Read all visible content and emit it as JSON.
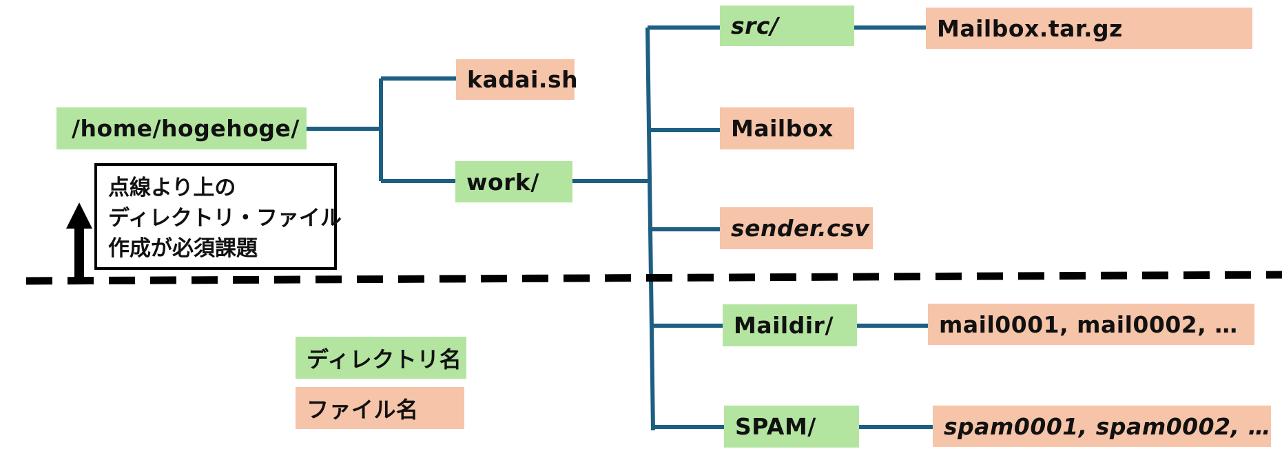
{
  "tree": {
    "root": "/home/hogehoge/",
    "kadai": "kadai.sh",
    "work": "work/",
    "src": "src/",
    "mailbox_tar": "Mailbox.tar.gz",
    "mailbox": "Mailbox",
    "sender": "sender.csv",
    "maildir": "Maildir/",
    "maildir_files": "mail0001, mail0002, …",
    "spam": "SPAM/",
    "spam_files": "spam0001, spam0002, …"
  },
  "note": {
    "lines": [
      "点線より上の",
      "ディレクトリ・ファイル",
      "作成が必須課題"
    ]
  },
  "legend": {
    "directory": "ディレクトリ名",
    "file": "ファイル名"
  },
  "colors": {
    "directory": "#b3e5a1",
    "file": "#f6c4a8",
    "connector": "#1d5f82",
    "dashed_line": "#000000"
  }
}
